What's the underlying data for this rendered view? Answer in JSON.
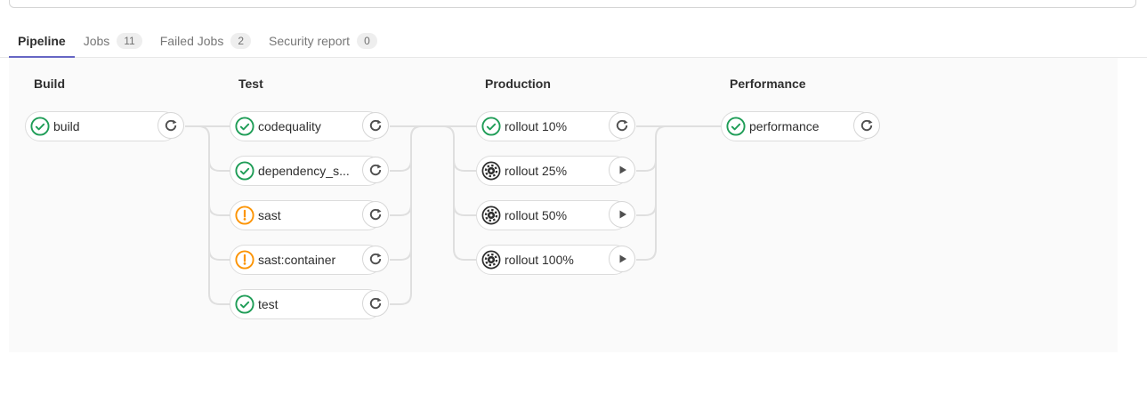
{
  "tabs": [
    {
      "label": "Pipeline",
      "active": true
    },
    {
      "label": "Jobs",
      "badge": "11",
      "active": false
    },
    {
      "label": "Failed Jobs",
      "badge": "2",
      "active": false
    },
    {
      "label": "Security report",
      "badge": "0",
      "active": false
    }
  ],
  "stages": [
    {
      "name": "Build",
      "jobs": [
        {
          "name": "build",
          "status": "success",
          "action": "retry"
        }
      ]
    },
    {
      "name": "Test",
      "jobs": [
        {
          "name": "codequality",
          "status": "success",
          "action": "retry"
        },
        {
          "name": "dependency_s...",
          "status": "success",
          "action": "retry"
        },
        {
          "name": "sast",
          "status": "warning",
          "action": "retry"
        },
        {
          "name": "sast:container",
          "status": "warning",
          "action": "retry"
        },
        {
          "name": "test",
          "status": "success",
          "action": "retry"
        }
      ]
    },
    {
      "name": "Production",
      "jobs": [
        {
          "name": "rollout 10%",
          "status": "success",
          "action": "retry"
        },
        {
          "name": "rollout 25%",
          "status": "manual",
          "action": "play"
        },
        {
          "name": "rollout 50%",
          "status": "manual",
          "action": "play"
        },
        {
          "name": "rollout 100%",
          "status": "manual",
          "action": "play"
        }
      ]
    },
    {
      "name": "Performance",
      "jobs": [
        {
          "name": "performance",
          "status": "success",
          "action": "retry"
        }
      ]
    }
  ],
  "colors": {
    "accent": "#6666c4",
    "success": "#1f9d57",
    "warning": "#fc9403",
    "manual": "#2e2e2e",
    "action_icon": "#4f4f4f",
    "connector": "#dfdfdf",
    "graph_background": "#fafafa"
  }
}
